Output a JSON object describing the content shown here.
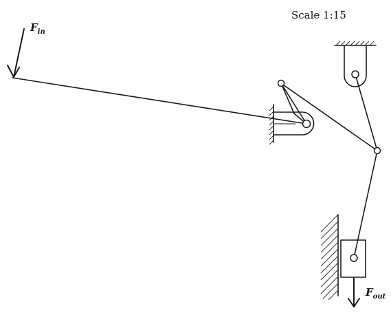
{
  "labels": {
    "scale": "Scale 1:15",
    "force_in": {
      "symbol": "F",
      "subscript": "in"
    },
    "force_out": {
      "symbol": "F",
      "subscript": "out"
    }
  },
  "parts": {
    "input_lever": "input-lever",
    "wall_pivot": "wall-pivot-support",
    "ceiling_pivot": "ceiling-pivot-support",
    "slider_block": "slider-block",
    "guide_wall": "guide-wall"
  }
}
